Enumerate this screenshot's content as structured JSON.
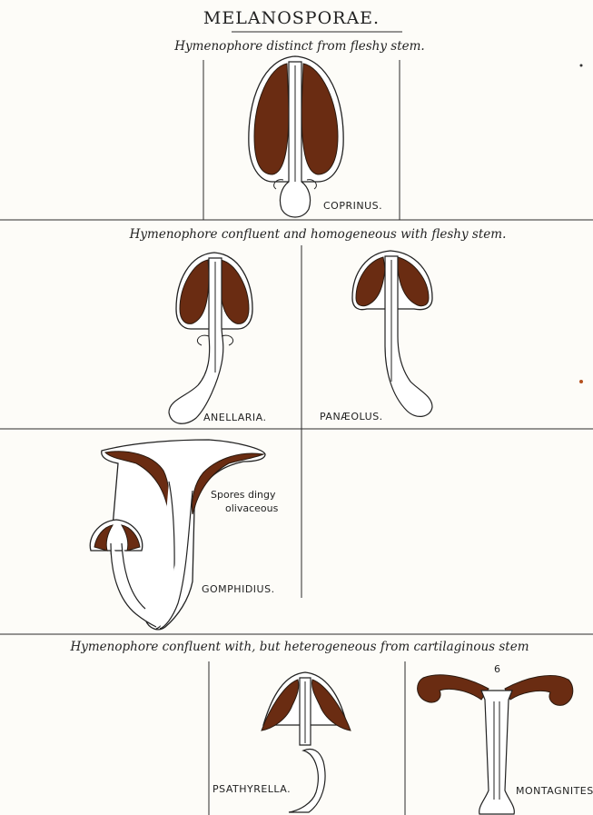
{
  "title": "MELANOSPORAE.",
  "sections": [
    {
      "heading": "Hymenophore distinct from fleshy stem.",
      "genera": [
        {
          "label": "COPRINUS."
        }
      ]
    },
    {
      "heading": "Hymenophore confluent and homogeneous with fleshy stem.",
      "genera": [
        {
          "label": "ANELLARIA."
        },
        {
          "label": "PANÆOLUS."
        },
        {
          "label": "GOMPHIDIUS.",
          "note_line1": "Spores dingy",
          "note_line2": "olivaceous"
        }
      ]
    },
    {
      "heading": "Hymenophore confluent with, but heterogeneous from cartilaginous stem",
      "genera": [
        {
          "label": "PSATHYRELLA."
        },
        {
          "label": "MONTAGNITES",
          "mark": "6"
        }
      ]
    }
  ],
  "colors": {
    "gills": "#6a2c12",
    "ink": "#222222",
    "paper": "#fdfcf8"
  }
}
